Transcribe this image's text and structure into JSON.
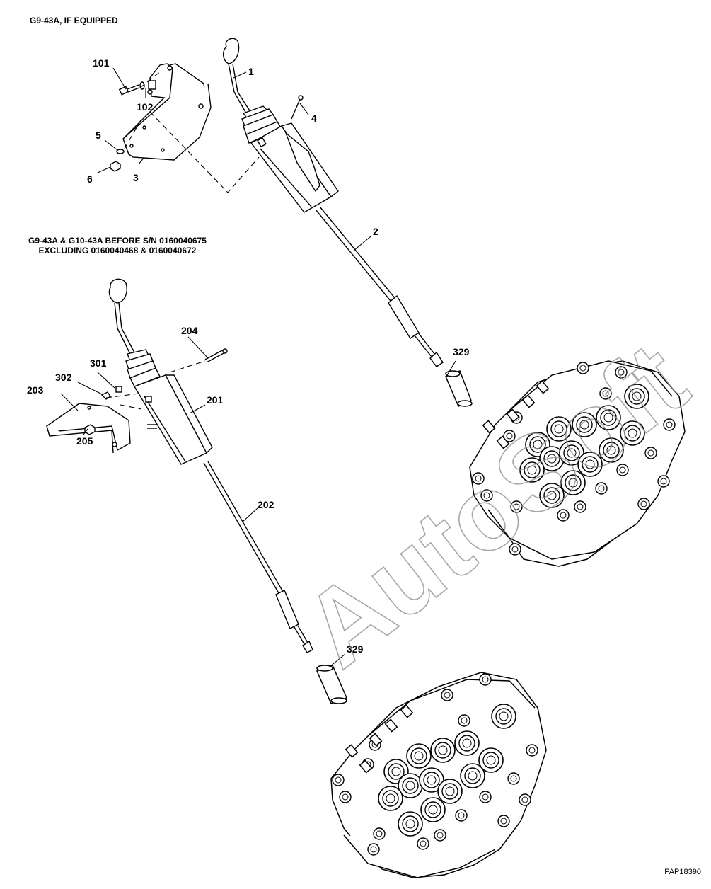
{
  "headers": {
    "top": "G9-43A, IF EQUIPPED",
    "middle_line1": "G9-43A & G10-43A BEFORE S/N 0160040675",
    "middle_line2": "EXCLUDING 0160040468 & 0160040672"
  },
  "figure_id": "PAP18390",
  "watermark": "AutoSoft",
  "callouts": {
    "c1": "1",
    "c2": "2",
    "c3": "3",
    "c4": "4",
    "c5": "5",
    "c6": "6",
    "c101": "101",
    "c102": "102",
    "c201": "201",
    "c202": "202",
    "c203": "203",
    "c204": "204",
    "c205": "205",
    "c301": "301",
    "c302": "302",
    "c329a": "329",
    "c329b": "329"
  }
}
